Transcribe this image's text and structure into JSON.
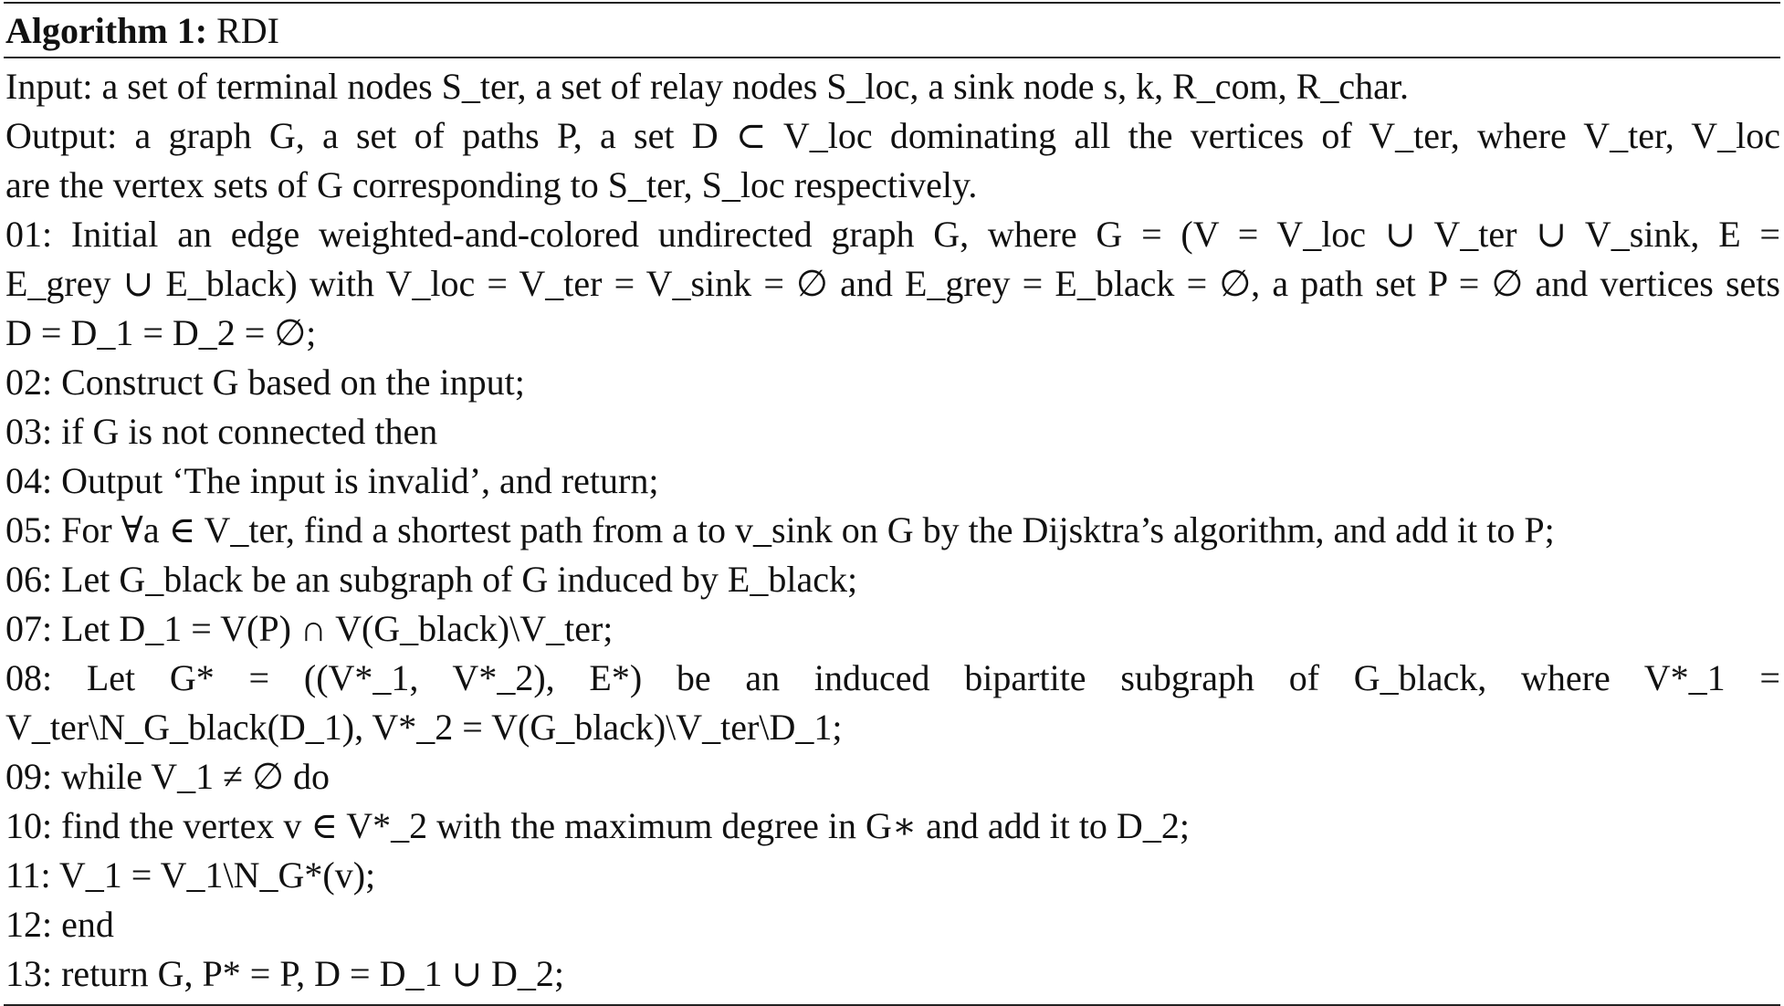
{
  "algorithm": {
    "label": "Algorithm 1:",
    "name": "RDI",
    "lines": [
      {
        "text": "Input: a set of terminal nodes S_ter, a set of relay nodes S_loc, a sink node s, k, R_com, R_char."
      },
      {
        "text": "Output: a graph G, a set of paths P, a set D ⊂ V_loc dominating all the vertices of V_ter, where V_ter, V_loc"
      },
      {
        "text": "are the vertex sets of G corresponding to S_ter, S_loc respectively."
      },
      {
        "text": "01: Initial an edge weighted-and-colored undirected graph G, where G = (V = V_loc ∪ V_ter ∪ V_sink, E ="
      },
      {
        "text": "E_grey ∪ E_black) with V_loc = V_ter = V_sink = ∅ and E_grey = E_black = ∅, a path set P = ∅ and vertices sets"
      },
      {
        "text": "D = D_1 = D_2 = ∅;"
      },
      {
        "text": "02: Construct G based on the input;"
      },
      {
        "text": "03: if G is not connected then"
      },
      {
        "text": "04:   Output ‘The input is invalid’, and return;"
      },
      {
        "text": "05: For ∀a ∈ V_ter, find a shortest path from a to v_sink on G by the Dijsktra’s algorithm, and add it to P;"
      },
      {
        "text": "06: Let G_black be an subgraph of G induced by E_black;"
      },
      {
        "text": "07: Let D_1 = V(P) ∩ V(G_black)\\V_ter;"
      },
      {
        "text": "08:   Let G* = ((V*_1, V*_2), E*) be an induced bipartite subgraph of G_black, where V*_1 ="
      },
      {
        "text": "V_ter\\N_G_black(D_1), V*_2 = V(G_black)\\V_ter\\D_1;"
      },
      {
        "text": "09: while V_1 ≠ ∅ do"
      },
      {
        "text": "10:   find the vertex v ∈ V*_2 with the maximum degree in G∗ and add it to D_2;"
      },
      {
        "text": "11:   V_1 = V_1\\N_G*(v);"
      },
      {
        "text": "12: end"
      },
      {
        "text": "13: return G, P* = P, D = D_1 ∪ D_2;"
      }
    ]
  }
}
